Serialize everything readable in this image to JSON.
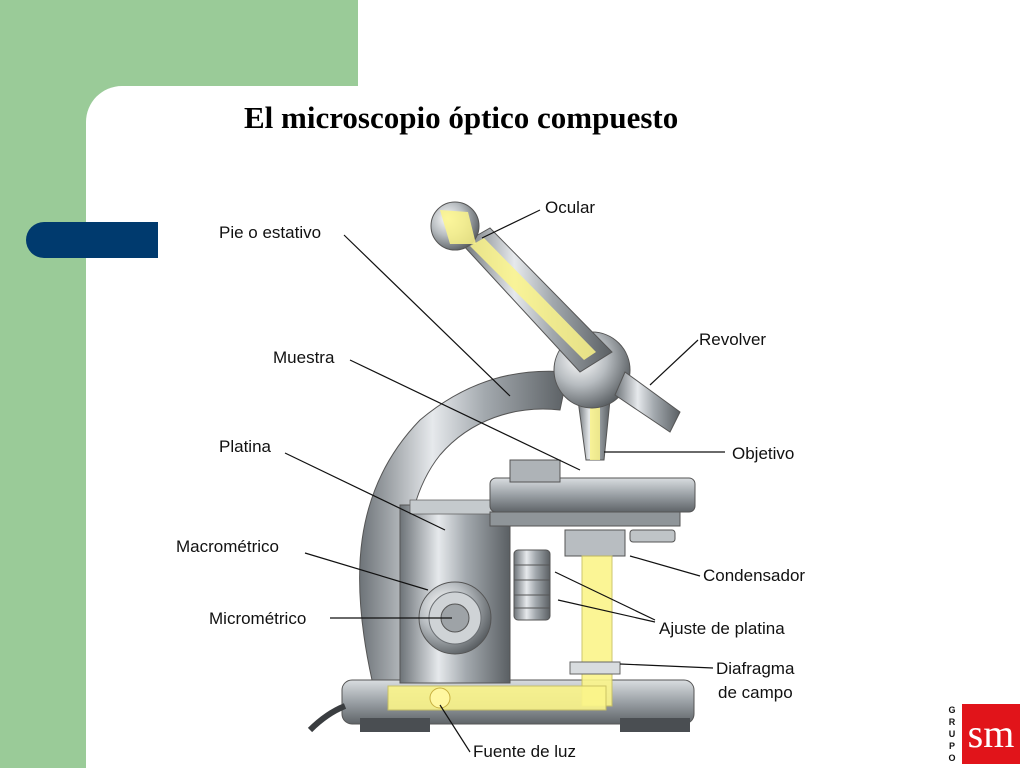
{
  "slide": {
    "title": "El microscopio óptico compuesto"
  },
  "diagram": {
    "labels": {
      "ocular": "Ocular",
      "pie_estativo": "Pie o estativo",
      "revolver": "Revolver",
      "muestra": "Muestra",
      "objetivo": "Objetivo",
      "platina": "Platina",
      "macrometrico": "Macrométrico",
      "condensador": "Condensador",
      "micrometrico": "Micrométrico",
      "ajuste_platina": "Ajuste de platina",
      "diafragma_1": "Diafragma",
      "diafragma_2": "de campo",
      "fuente_luz": "Fuente de luz"
    }
  },
  "logo": {
    "vertical_text": "GRUPO",
    "brand": "sm"
  },
  "colors": {
    "green": "#9acb98",
    "navy": "#003a6e",
    "logo_red": "#e1141a",
    "light_beam": "#fbf58a"
  }
}
